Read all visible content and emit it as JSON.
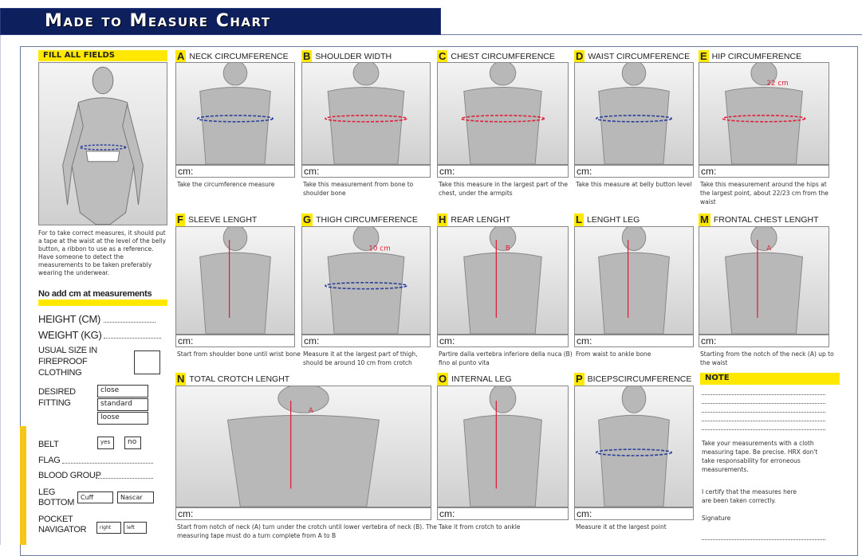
{
  "title": "Made to Measure Chart",
  "left": {
    "header": "FILL ALL FIELDS",
    "instructions": "For to take correct measures, it should put a tape at the waist at the level of the belly button, a ribbon to use as a reference. Have someone to detect the measurements to be taken preferably wearing the underwear.",
    "no_add": "No add cm at measurements",
    "height": "HEIGHT (CM)",
    "weight": "WEIGHT (KG)",
    "usual_size": "USUAL SIZE IN FIREPROOF CLOTHING",
    "desired_fitting": "DESIRED FITTING",
    "fitting_options": [
      "close",
      "standard",
      "loose"
    ],
    "belt": "BELT",
    "belt_options": [
      "yes",
      "no"
    ],
    "flag": "FLAG",
    "blood_group": "BLOOD GROUP",
    "leg_bottom": "LEG BOTTOM",
    "leg_options": [
      "Cuff",
      "Nascar"
    ],
    "pocket": "POCKET NAVIGATOR",
    "pocket_options": [
      "right",
      "left"
    ]
  },
  "cards": [
    {
      "letter": "A",
      "title": "NECK CIRCUMFERENCE",
      "cm": "cm:",
      "caption": "Take the circumference measure"
    },
    {
      "letter": "B",
      "title": "SHOULDER WIDTH",
      "cm": "cm:",
      "caption": "Take this measurement from bone to shoulder bone"
    },
    {
      "letter": "C",
      "title": "CHEST CIRCUMFERENCE",
      "cm": "cm:",
      "caption": "Take this measure in the largest part of the chest, under the armpits"
    },
    {
      "letter": "D",
      "title": "WAIST CIRCUMFERENCE",
      "cm": "cm:",
      "caption": "Take this measure at belly button level"
    },
    {
      "letter": "E",
      "title": "HIP CIRCUMFERENCE",
      "cm": "cm:",
      "caption": "Take this measurement around the hips at the largest point, about 22/23 cm from the waist",
      "annotation": "22 cm"
    },
    {
      "letter": "F",
      "title": "SLEEVE LENGHT",
      "cm": "cm:",
      "caption": "Start from shoulder bone until wrist bone"
    },
    {
      "letter": "G",
      "title": "THIGH CIRCUMFERENCE",
      "cm": "cm:",
      "caption": "Measure it at the largest part of thigh, should be around 10 cm from crotch",
      "annotation": "10 cm"
    },
    {
      "letter": "H",
      "title": "REAR LENGHT",
      "cm": "cm:",
      "caption": "Partire dalla vertebra inferiore della nuca (B) fino al punto vita",
      "annotation": "B"
    },
    {
      "letter": "L",
      "title": "LENGHT LEG",
      "cm": "cm:",
      "caption": "From waist to ankle bone"
    },
    {
      "letter": "M",
      "title": "FRONTAL CHEST LENGHT",
      "cm": "cm:",
      "caption": "Starting from the notch of the neck (A) up to the waist",
      "annotation": "A"
    },
    {
      "letter": "N",
      "title": "TOTAL CROTCH LENGHT",
      "cm": "cm:",
      "caption": "Start from notch of neck (A) turn under the crotch until lower vertebra of neck (B). The measuring tape must do a turn complete from A to B",
      "annotation": "A"
    },
    {
      "letter": "O",
      "title": "INTERNAL LEG",
      "cm": "cm:",
      "caption": "Take it from crotch to ankle"
    },
    {
      "letter": "P",
      "title": "BICEPSCIRCUMFERENCE",
      "cm": "cm:",
      "caption": "Measure it at the largest point"
    }
  ],
  "note": {
    "header": "NOTE",
    "text1": "Take your measurements with a cloth measuring tape. Be precise. HRX don't take responsability for erroneous measurements.",
    "text2": "I certify that the measures here are been taken correctly.",
    "signature": "Signature"
  },
  "colors": {
    "navy": "#0d1f5c",
    "yellow": "#ffe800",
    "gold": "#f5c518",
    "tape_red": "#e0203a",
    "tape_blue": "#2a3f9a"
  }
}
